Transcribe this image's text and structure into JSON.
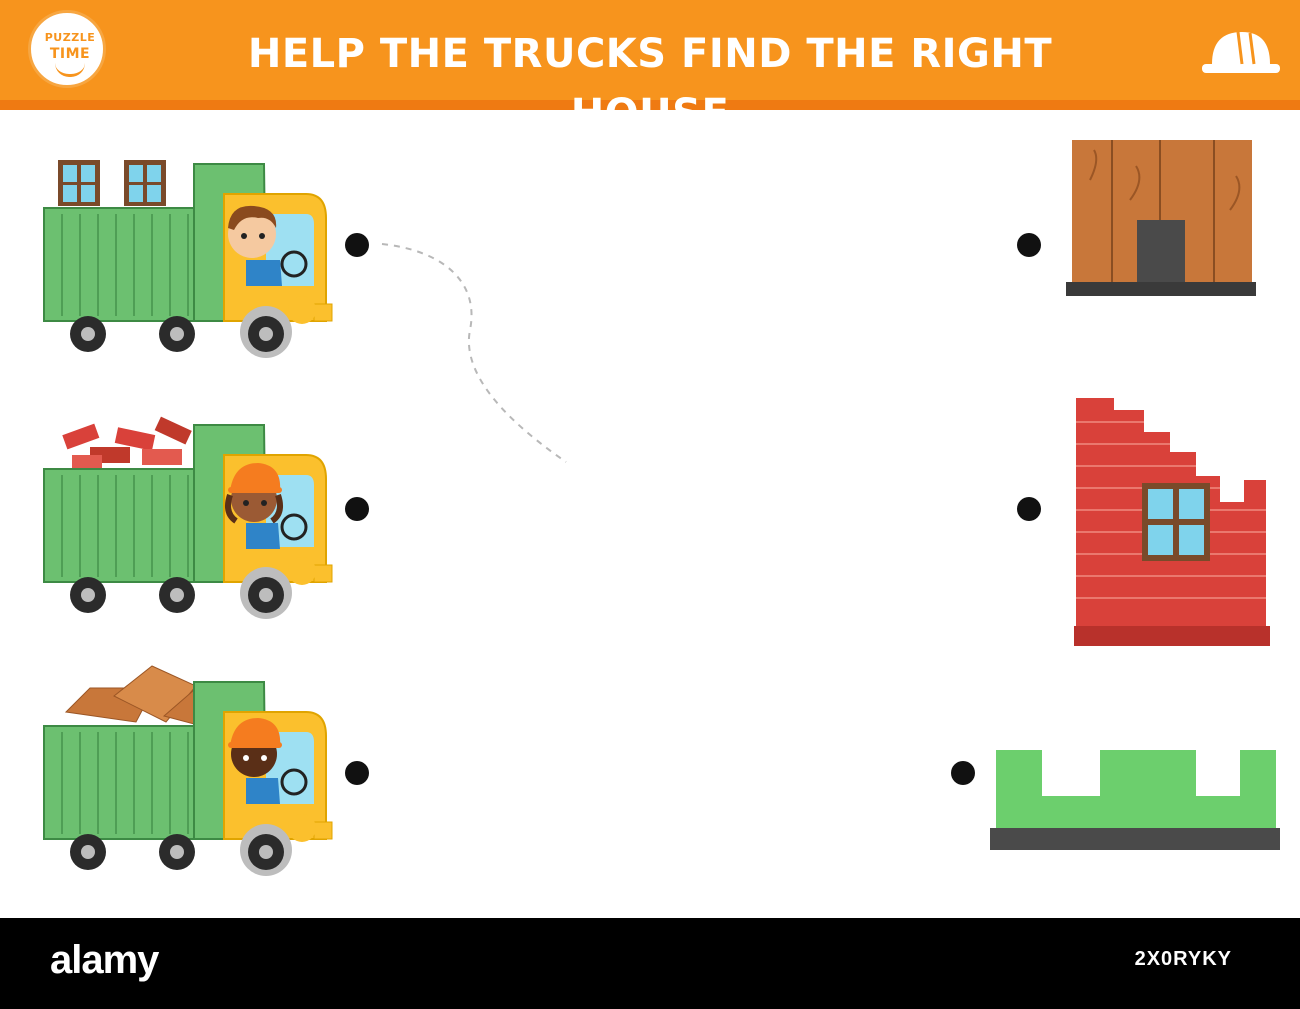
{
  "header": {
    "title": "HELP THE TRUCKS FIND THE RIGHT HOUSE",
    "logo_top": "PUZZLE",
    "logo_bottom": "TIME",
    "accent_color": "#f7941d"
  },
  "trucks": [
    {
      "driver": "curly-haired boy",
      "cargo": "windows",
      "cargo_icon": "window-frames"
    },
    {
      "driver": "girl in orange hard hat",
      "cargo": "red bricks",
      "cargo_icon": "bricks"
    },
    {
      "driver": "boy in orange hard hat",
      "cargo": "wooden planks",
      "cargo_icon": "wood-planks"
    }
  ],
  "houses": [
    {
      "material": "wooden wall with door",
      "icon": "wood-house"
    },
    {
      "material": "brick wall with window",
      "icon": "brick-house"
    },
    {
      "material": "green foundation",
      "icon": "green-foundation"
    }
  ],
  "colors": {
    "truck_body": "#6cc070",
    "truck_cab": "#fbc02d",
    "wood": "#c8773a",
    "brick": "#d9413a",
    "foundation": "#6ccf6d",
    "window_glass": "#7fd3ec"
  },
  "footer": {
    "brand": "alamy",
    "image_id": "2X0RYKY"
  }
}
